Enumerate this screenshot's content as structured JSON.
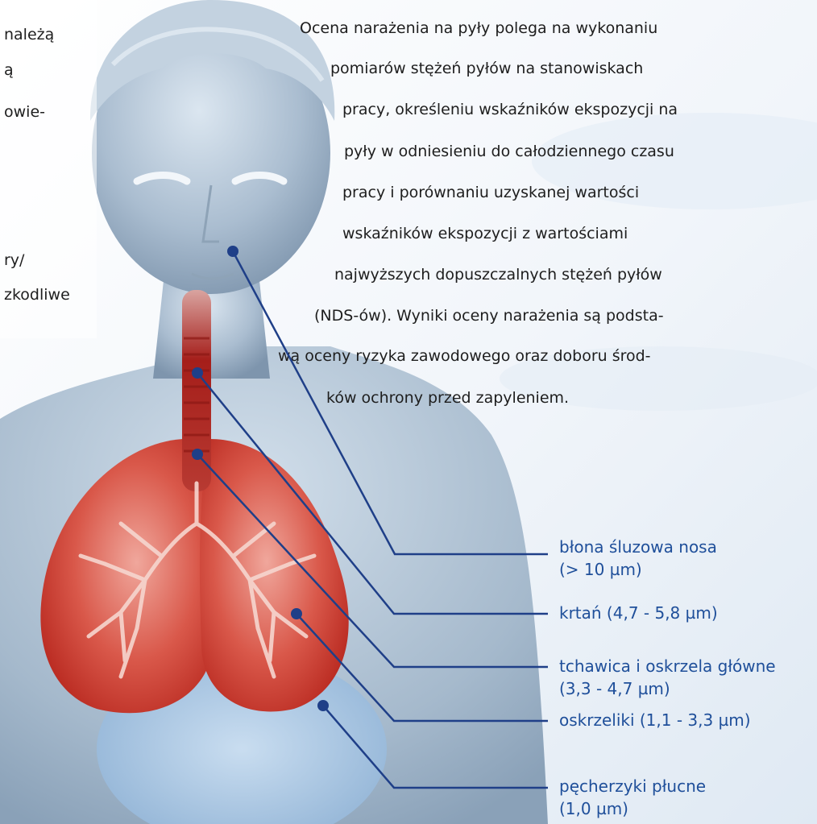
{
  "left_text": {
    "line1": "należą",
    "line2": "ą",
    "line3": "owie-",
    "line4": "ry/",
    "line5": "zkodliwe"
  },
  "paragraph": [
    "Ocena narażenia na pyły polega na wykonaniu",
    "pomiarów stężeń pyłów na stanowiskach",
    "pracy, określeniu wskaźników ekspozycji na",
    "pyły w odniesieniu do całodziennego czasu",
    "pracy i porównaniu uzyskanej wartości",
    "wskaźników ekspozycji z wartościami",
    "najwyższych dopuszczalnych stężeń pyłów",
    "(NDS-ów). Wyniki oceny narażenia są podsta-",
    "wą oceny ryzyka zawodowego oraz doboru środ-",
    "ków ochrony przed zapyleniem."
  ],
  "labels": [
    {
      "name": "błona śluzowa nosa",
      "size": "(> 10 µm)"
    },
    {
      "name": "krtań  (4,7 - 5,8  µm)",
      "size": ""
    },
    {
      "name": "tchawica i oskrzela główne",
      "size": "(3,3 - 4,7  µm)"
    },
    {
      "name": "oskrzeliki (1,1 - 3,3  µm)",
      "size": ""
    },
    {
      "name": "pęcherzyki płucne",
      "size": "(1,0  µm)"
    }
  ],
  "colors": {
    "line": "#1f3f88",
    "label_text": "#1f4f9a",
    "lung": "#c8322a",
    "skin": "#b9cbdc"
  }
}
